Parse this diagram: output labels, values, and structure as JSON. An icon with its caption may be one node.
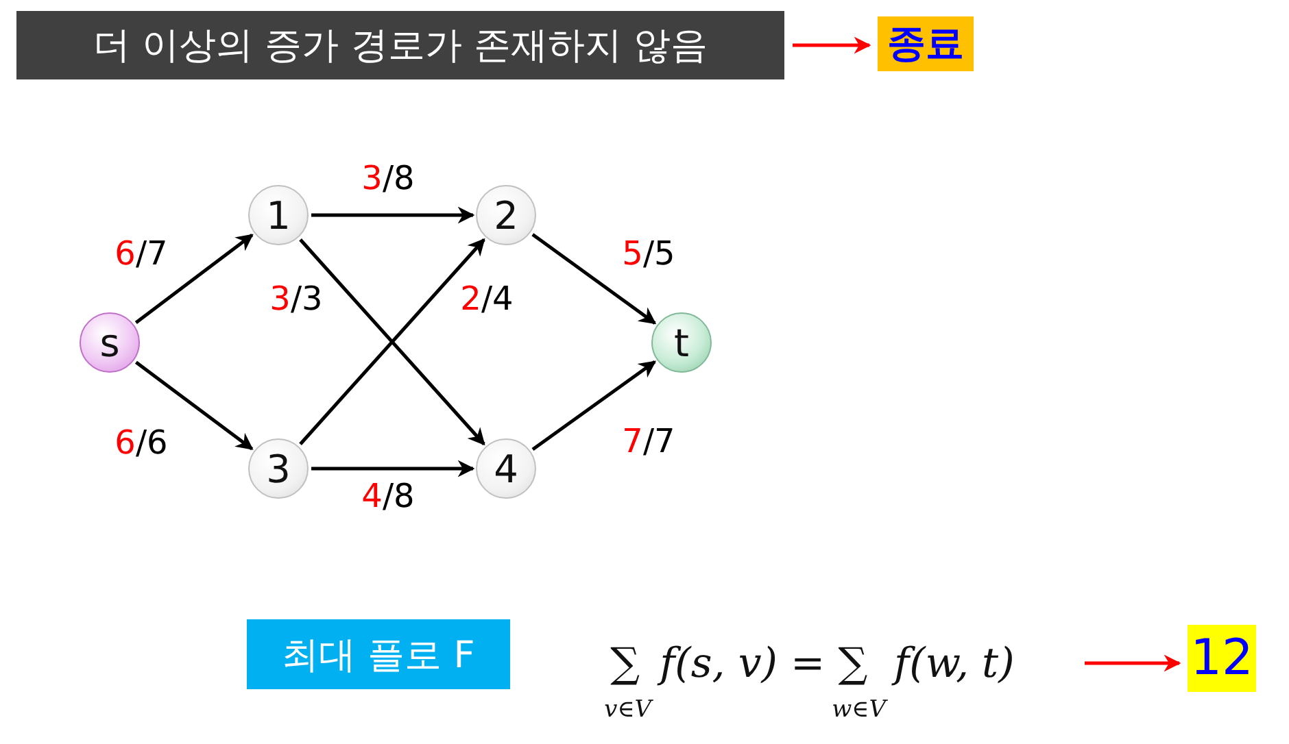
{
  "diagram": {
    "nodes": [
      {
        "text": [
          "더 이상의 증가 경로가 존재하지 않음"
        ]
      },
      {
        "text": [
          "종료"
        ]
      },
      {
        "text": [
          "s"
        ]
      },
      {
        "text": [
          "1"
        ]
      },
      {
        "text": [
          "2"
        ]
      },
      {
        "text": [
          "3"
        ]
      },
      {
        "text": [
          "4"
        ]
      },
      {
        "text": [
          "t"
        ]
      },
      {
        "text": [
          "최대 플로 F"
        ]
      },
      {
        "text": [
          "∑$_{v∈V}$ f(s, v) = ∑$_{w∈V}$ f(w, t)"
        ]
      },
      {
        "text": [
          "12"
        ]
      }
    ],
    "edges": [
      {
        "from": 0,
        "to": 1,
        "arrow": "to",
        "color": "#ff0000"
      },
      {
        "from": 2,
        "to": 3,
        "arrow": "to",
        "label": "6/7"
      },
      {
        "from": 2,
        "to": 5,
        "arrow": "to",
        "label": "6/6"
      },
      {
        "from": 3,
        "to": 4,
        "arrow": "to",
        "label": "3/8"
      },
      {
        "from": 3,
        "to": 6,
        "arrow": "to",
        "label": "3/3"
      },
      {
        "from": 5,
        "to": 4,
        "arrow": "to",
        "label": "2/4"
      },
      {
        "from": 5,
        "to": 6,
        "arrow": "to",
        "label": "4/8"
      },
      {
        "from": 4,
        "to": 7,
        "arrow": "to",
        "label": "5/5"
      },
      {
        "from": 6,
        "to": 7,
        "arrow": "to",
        "label": "7/7"
      },
      {
        "from": 9,
        "to": 10,
        "arrow": "to",
        "color": "#ff0000"
      }
    ]
  }
}
